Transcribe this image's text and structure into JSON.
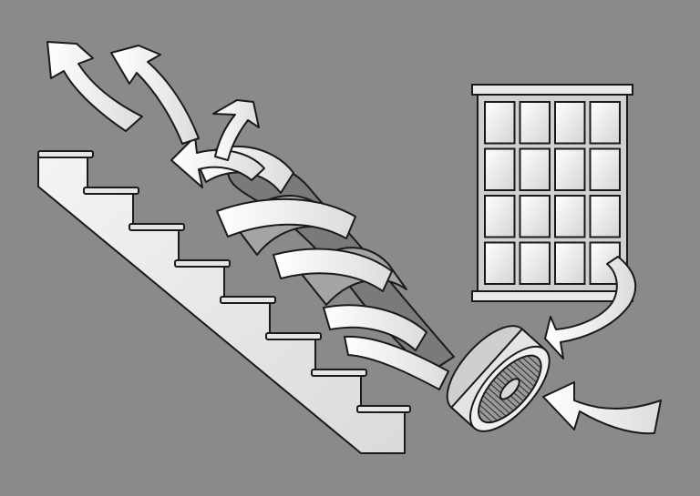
{
  "scene": {
    "background": "#8a8a8a",
    "stroke": "#1a1a1a",
    "light_fill": "#f2f2f2",
    "mid_fill": "#9a9a9a",
    "dark_fill": "#6e6e6e"
  },
  "elements": {
    "staircase": "staircase",
    "window": "window",
    "fan": "air-circulator-fan",
    "airflow": "spiral-airflow"
  },
  "window_grid": {
    "columns": 4,
    "rows": 4
  }
}
